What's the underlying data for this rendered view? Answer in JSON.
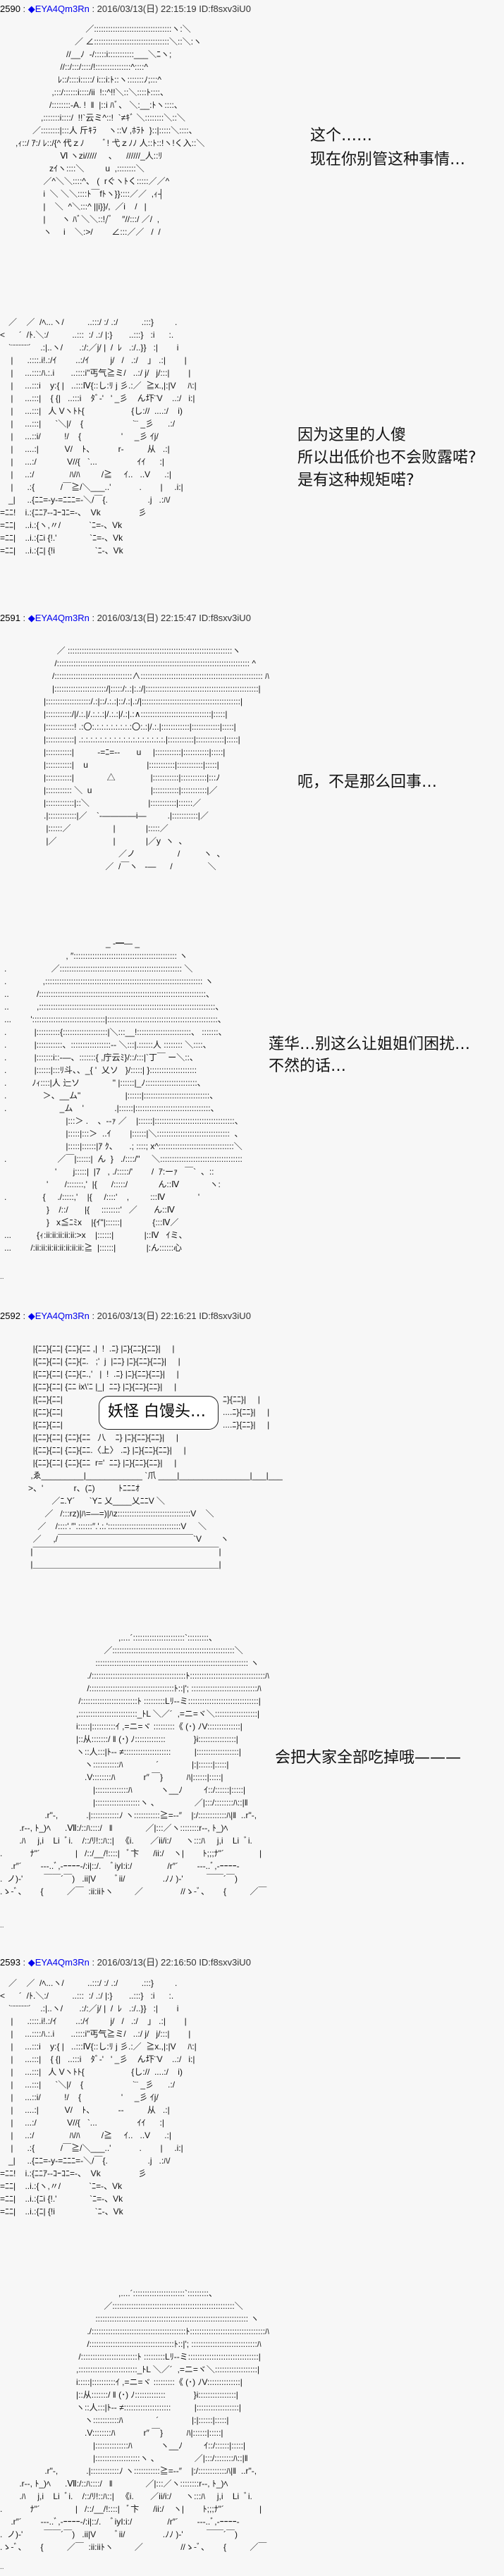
{
  "posts": [
    {
      "number": "2590",
      "sep1": " : ",
      "trip": "◆EYA4Qm3Rn",
      "meta": " : 2016/03/13(日) 22:15:19 ID:f8sxv3iU0",
      "art1": [
        "　　　　　　　　　 ／:::::::::::::::::::::::::::::::::ヽ:＼",
        "　　　　　　　　／ ∠::::::::::::::::::::::::::::::::＼::＼:ヽ",
        "　　　　　　　//__ﾉ  -/:::::i:::::::::::___＼ﾆヽ;",
        "　　　　　　 //::/:::/::::/!:::::::::::::::^::::^",
        "　　　　　　ﾚ::/::::i:::::/ i:::i:ﾄ::ヽ:::::::ﾉ;:::^",
        "　　　　　 ,:::/::::::i::::/ii  !::^!!＼::＼::::ﾄ::::、",
        "　　　　　/::::::::-A. !  ‖  |::i ﾊﾞ、 ＼:__:ﾄヽ::::、",
        "　　　　,:::::::i::::/  !!`云ミ^::!  `≠ｷﾞ ＼::::::::＼::＼",
        "　　　／::::::::|:::人 斤ｷﾗ     ヽ::V ,ﾎﾗﾄ  }::|:::::＼::::、",
        "　,ｨ::/ ｱ:/ ﾚ::/{^ 代ｚﾉ        ﾞ! 弋ｚﾉﾉ 人::ﾄ::!ヽ!く入::＼",
        "　　　　　　 Ⅵ ヽzi/////     、    //////_人::ﾘ",
        "　　　　　zｲヽ::::＼         u  ,::::::::＼",
        "　　　　 ／^＼＼::::^、 (  rぐヽﾄく:::::／／^",
        "　　　　 i  ＼ ＼＼::::ﾄ￣fﾄヽ}}::::／／  ,ｨ┤",
        "　　　　 |    ＼  ^＼:::^ ||i}}/,  ／i    /   |",
        "　　　　 |       ヽ ﾊﾞ＼＼::!/ﾞ    ″//:::/ ／/  ,",
        "　　　　 ヽ     i    ＼:>/        ∠:::／／   /  /"
      ],
      "caption1": [
        "这个……",
        "现在你别管这种事情…"
      ],
      "art2": [
        "　／    ／  /ﾍ...ヽ/          ..:::/ :/ .:/          .:::}         .",
        "<      ´  /ﾄ.＼:/          ..:::  :/ .:/ |:}       ..:::}   :i      :.",
        "　`¨¨¨¨¨¨´    .:|..ヽ/       .:/:／j/ |  /  ﾚ   .:/..}}   :|        i",
        "　 |      .::::.i!.:/ｲ        ..:/ｲ         j/   /   .:/    ｣   .:|        |",
        "　 |     ...::::ﾊ.:.i       ..::::i\"丐气≧ミ/   ..:/ j/   j/:::|        |",
        "　 |     ...:::i    y:{ |   ..:::Ⅳ{::し:ﾘ j 彡.:／  ≧x.,|:|V     ﾊ:|",
        "　 |     ...:::|    { {|   ..:::i    ﾀﾞ‐'   ' _彡    ん圷¨V    ..:/   i:|",
        "　 |     ...:::|   人 Vヽﾄﾄ{                    {し://  ....:/    i)",
        "　 |     ...:::|      `＼|/    {                     `¨ _彡      .:/",
        "　 |     ...::i/          !/    {                 '     _彡 ｲj/",
        "　 |     ....:|           V/    ﾄ、          r‐          从   .:|",
        "　 |     ...:/             V//{   `...                 ｲｲ      :|",
        "　 |     ..:/               ﾊ/ﾊ         /≧     ｲ..   ..V      .:|",
        "　 |      .:{           /￣≧/＼___..'            .        |     .i:|",
        "　_|     ..{ﾆﾆ=-y-=ﾆﾆﾆ=-＼/￣{.                 .j   .:ﾊ/",
        "=ﾆﾆ!    i.:{ﾆﾆｱ--ｺｰｺﾆ=-、  Vk                彡",
        "=ﾆﾆ|    ..i.:{ヽ,〃/            `ﾆ=-、Vk",
        "=ﾆﾆ|    ..i.:{ﾆi {!.'              `ﾆ=-、Vk",
        "=ﾆﾆ|    ..i.:{ﾆ| {!i                 `ﾆ-、Vk"
      ],
      "caption2": [
        "因为这里的人傻",
        "所以出低价也不会败露喏?",
        "是有这种规矩喏?"
      ]
    },
    {
      "number": "2591",
      "sep1": " : ",
      "trip": "◆EYA4Qm3Rn",
      "meta": " : 2016/03/13(日) 22:15:47 ID:f8sxv3iU0",
      "art1": [
        "　  ／ ::::::::::::::::::::::::::::::::::::::::::::::::::::::::::::::::::::::ヽ",
        "　 /:::::::::::::::::::::::::::::::::::::::::::::::::::::::::::::::::::::::::::::::::: ^",
        "　/:::::::::::::::::::::::::::::::::∧:::::::::::::::::::::::::::::::::::::::::::::::::::: ﾊ",
        "　|::::::::::::::::::::::/|:::::/:.:|:.:/|::::::::::::::::::::::::::::::::::::::::::::::::|",
        "|:::::::::::::::::::/.:|::/.:.:|::/.:|.:/|::::::::::::::::::::::::::::::::::::::::::|",
        "|:::::::::::/|/.:.|/.:.:.:|/.:.:|/.:|.:∧::::::::::::::::::::::::::::::|:::::|",
        "|::::::::::::! .:〇:.:.:.:.:.:.:.:.:〇:.:|/.:.|::::::::::::|::::::::::::|:::::|",
        "|::::::::::::| .:.:.:.:.:.:.:.:.:.:.:.:.:.:.:.:.:.:.|:::::::::::|::::::::::::|:::::|",
        "|:::::::::::|          -=ﾆ=-‐       u     |:::::::::::|:::::::::::|:::::|",
        "|:::::::::::|    u                         |:::::::::::|:::::::::::|:::::|",
        "|:::::::::::|              △               |:::::::::::|:::::::::::|:::ﾉ",
        "|::::::::::: ＼  u                         |:::::::::::|:::::::::::|／",
        "|::::::::::::|::＼                         |:::::::::::|::::::／",
        ".|::::::::::::|／    `‐――――i―         .|:::::::::::|／",
        " |::::::／                  |             |:::::／",
        " |／                        |             |／y  ヽ  、",
        "　　　　　　　　   ／ノ                  /          ヽ  、",
        "　　　　　　　 ／  /￣ヽ   -―      /               ＼"
      ],
      "caption1": [
        "呃，不是那么回事…"
      ],
      "art2": [
        "　　　　　　　　　　　　_ -━― _",
        "　　　　　　　 , ″:::::::::::::::::::::::::::::::::::::::::::: ヽ",
        ".　　　　　 ／:::::::::::::::::::::::::::::::::::::::::::::::::::: ＼",
        ".　　　　 ,::::::::::::::::::::::::::::::::::::::::::::::::::::::::::::::::::: ヽ",
        "..　　　 /:::::::::::::::::::::::::::::::::::::::::::::::::::::::::::::::::::::::、",
        "..　　　 ,:::::::::::::::::::::::::::::::::::::::::::::::::::::::::::::::::::::::::::、",
        "...　　 ':::::::::::::::::::::::::::::::|:::::::::::::::::::::::::::::::::::::::::::::::、",
        ".　　　 |::::::::::{:::::::::::::::::::|＼:::__!:::::::::::::::::::::::、 :::::::、",
        ".　　　 |:::::::::::、:::::::::::::::::-‐ ＼:::|.::::::人 :::::::: ＼::::、",
        ".　　　 |:::::::i::-―、:::::::{ ,庁云ﾐ}/::/:::|`丁￣ ー＼::、",
        ".　　　 |::::::|:::ﾘ斗、、_{ '  乂ソ   }/:::::| }::::::::::::::::::::",
        ".　　　ﾉｨ::::|人 辷ソ              \" |::::::|_ﾉ::::::::::::::::::::::、",
        ".　　　　 ＞、__ム\"                   |::::::|::::::::::::::::::::::::::::、",
        ".　　　　　　 _ム    '             .|::::::|::::::::::::::::::::::::::::::::、",
        "　　　　　　　 |:::＞ .    、--ｧ ／    |::::::|::::::::::::::::::::::::::::::::::、",
        "　　　　　　　 |:::::|:::＞  ..ｲ        |::::::|＼:::::::::::::::::::::::::::::::  、",
        "　　　　　　　 |:::::|::::::|ｱ ｸ、     .; ::::; x^::::::::::::::::::::::::::::::::＼",
        ".　　　　　　／￣|::::::|  ん  }   ./::::/\"     ＼:::::::::::::::::::::::::::::::::::",
        "　　　　　　'       j:::::|  |7   , ./:::::/'        /  ｱ:ーｧ   ￣`  、::",
        "　　　　　'       /:::::::,'  |{      /:::::/             ん::Ⅳ             ヽ:",
        ".　　　　 {     ./:::::,'    |{     /::::'    ,         :::Ⅳ              '",
        "　　　　　}    /::/       |{     ::::::::'   ／       ん::Ⅳ",
        "　　　　　}   x≦ﾆﾐx    |{ｲ\"|::::::|             {:::Ⅳ／",
        "...　　　{ｨ:ii:ii:ii:ii:ii:>x    |::::::|             |::Ⅳ   ｲミ、",
        "...　　 /:ii:ii:ii:ii:ii:ii:ii:ii:≧  |::::::|             |:ん::::::心"
      ],
      "caption2": [
        "莲华…别这么让姐姐们困扰…",
        "不然的话…"
      ]
    },
    {
      "number": "2592",
      "sep1": " : ",
      "trip": "◆EYA4Qm3Rn",
      "meta": " : 2016/03/13(日) 22:16:21 ID:f8sxv3iU0",
      "art1": [
        "  |{ﾆﾆ}{ﾆﾆ| {ﾆﾆ}{ﾆﾆ ,|  !  .ﾆ} |ﾆ}{ﾆﾆ}{ﾆﾆ}|     |",
        "  |{ﾆﾆ}{ﾆﾆ| {ﾆﾆ}{ﾆ.   ;'  j  |ﾆﾆ} |ﾆ}{ﾆﾆ}{ﾆﾆ}|     |",
        "  |{ﾆﾆ}{ﾆﾆ| {ﾆﾆ}{ﾆ.,'   |  !  .ﾆ} |ﾆ}{ﾆﾆ}{ﾆﾆ}|     |",
        "  |{ﾆﾆ}{ﾆﾆ| {ﾆﾆ ix\\'ﾆ |_|  ﾆﾆ} |ﾆ}{ﾆﾆ}{ﾆﾆ}|     |",
        "  |{ﾆﾆ}{ﾆﾆ|                                    ﾆ}{ﾆﾆ}|     |",
        "  |{ﾆﾆ}{ﾆﾆ|                                ....ﾆ}{ﾆﾆ}|     |",
        "  |{ﾆﾆ}{ﾆﾆ|                                ....ﾆ}{ﾆﾆ}|     |",
        "  |{ﾆﾆ}{ﾆﾆ| {ﾆﾆ}{ﾆﾆ   八    ﾆ} |ﾆ}{ﾆﾆ}{ﾆﾆ}|     |",
        "  |{ﾆﾆ}{ﾆﾆ| {ﾆﾆ}{ﾆﾆ.〈上〉 .ﾆ} |ﾆ}{ﾆﾆ}{ﾆﾆ}|     |",
        "  |{ﾆﾆ}{ﾆﾆ| {ﾆﾆ}{ﾆﾆ  r='  ﾆﾆ} |ﾆ}{ﾆﾆ}{ﾆﾆ}|     |",
        " ,ゑ_________|____________ `爪 ____|_______________|___|___",
        ">、'             r、(ﾆ)          ﾄﾆﾆﾆｵ",
        "          ／ﾆ.Y´      `Yﾆ 乂____乂ﾆﾆV ＼",
        "       ／   /:::rz)|ﾊ=―=)|ﾊz:::::::::::::::::::::::::::::::V    ＼",
        "    ／    /::::'.″'.::::::″.'.:.':::::::::::::::::::::::::::::::V     ＼",
        "  ／     ,/￣￣￣￣￣￣￣￣￣￣￣￣￣￣￣￣`V        ヽ",
        " |￣￣￣￣￣￣￣￣￣￣￣￣￣￣￣￣￣￣￣￣￣￣|",
        " |＿＿＿＿＿＿＿＿＿＿＿＿＿＿＿＿＿＿＿＿＿＿|"
      ],
      "bubble": "妖怪 白馒头…",
      "art2": [
        "　　　　　　　　　　　　　　,....´::::::::::::::::::::::`:::::::::、",
        "　　　　　　　　　　　　 ／::::::::::::::::::::::::::::::::::::::::::::::::::::＼",
        "　　　　　　　　　　　 ::::::::::::::::::::::::::::::::::::::::::::::::::::::::::::::::: ヽ",
        "　　　　　　　　　　 ./::::::::::::::::::::::::::::::::::::::::ﾄ::::::::::::::::::::::::::::::::ﾊ",
        "　　　　　　　　　　 /::::::::::::::::::::::::::::::::::::ﾄ::|'; ::::::::::::::::::::::::::::ﾊ",
        "　　　　　　　　　 /::::::::::::::::::::::::ﾄ :::::::::Lﾘ--ミ::::::::::::::::::::::::::::::|",
        "　　　　　　　　　,:::::::::::::::::::::::::_ﾄL ＼／´  ,=ニ=ヾ＼::::::::::::::::::|",
        "　　　　　　　　　i:::::|::::::::::ｲ ,=ニ=ヾ :::::::::《 (･) ﾉV::::::::::::::|",
        "　　　　　　　　　|::从:::::::/ ‖ (･) ﾉ:::::::::::::            }i::::::::::::::::|",
        "　　　　　　　　　ヽ::人:::|ﾄ-‐ ≠::::::::::::::::::::          |::::::::::::::::::|",
        "　　　　　　　　　　ヽ:::::::::::ﾊ              ´              |:|::::::|:::::|",
        "　　　　　　　　　　.V::::::::ﾊ            r″ ￣}          ﾊ|::::::|:::::|",
        "　　　　　　　　　　　|::::::::::::::ﾊ            ヽ__ﾉ         ｲ::/::::::|:::::|",
        "　　　　　　　　　　　|:::::::::::::::::::ヽ 、               ／|:::/::::::::ﾊ::|‖",
        "　　　　　 .r\"-,            .|::::::::::::ﾉ ヽ:::::::::::≧=‐-″    |:/::::::::::::ﾊ|‖  ..r\"-,",
        "　　 .r--, ﾄ_)ﾍ      .Ⅶ:/::ﾊ::::/   ‖              ／|:::／ヽ::::::::r--, ﾄ_)ﾍ",
        "　　 .ﾊ     j,i    Li  ﾞi.    /::/ﾘ!::ﾊ::|   《i.       ／ii/i:/      ヽ:::ﾊ     j,i    Li  ﾞi.",
        ".　　　 ﾅ\"´               |   /::/__/!::::|   ﾞ卞      /ii:/    ヽ|        ﾄ;;;ﾅ\"´               |",
        "　 .r″´        ---..ﾞ,-ｰｰｰｰ-/:i|::/.    ﾞiyI:i:/               /r″´        ---..ﾞ,-ｰｰｰｰ-",
        ".  ノ)-'         ￣￣´￣)   .ii|V        ﾞii/                .ﾉﾉ )-'          ￣￣´￣)",
        ".ゝ-ﾞ、      {          ／￣  :ii:iiﾄヽ         ／                //ゝ-ﾞ、      {          ／￣"
      ],
      "caption2": [
        "会把大家全部吃掉哦———"
      ]
    },
    {
      "number": "2593",
      "sep1": " : ",
      "trip": "◆EYA4Qm3Rn",
      "meta": " : 2016/03/13(日) 22:16:50 ID:f8sxv3iU0",
      "art1": [
        "　／    ／  /ﾍ...ヽ/          ..:::/ :/ .:/          .:::}         .",
        "<      ´  /ﾄ.＼:/          ..:::  :/ .:/ |:}       ..:::}   :i      :.",
        "　`¨¨¨¨¨¨´    .:|..ヽ/       .:/:／j/ |  /  ﾚ   .:/..}}   :|        i",
        "　 |      .::::.i!.:/ｲ        ..:/ｲ         j/   /   .:/    ｣   .:|        |",
        "　 |     ...::::ﾊ.:.i       ..::::i\"丐气≧ミ/   ..:/ j/   j/:::|        |",
        "　 |     ...:::i    y:{ |   ..:::Ⅳ{::し:ﾘ j 彡.:／  ≧x.,|:|V     ﾊ:|",
        "　 |     ...:::|    { {|   ..:::i    ﾀﾞ‐'   ' _彡    ん圷¨V    ..:/   i:|",
        "　 |     ...:::|   人 Vヽﾄﾄ{                    {し://  ....:/    i)",
        "　 |     ...:::|      `＼|/    {                     `¨ _彡      .:/",
        "　 |     ...::i/          !/    {                 '     _彡 ｲj/",
        "　 |     ....:|           V/    ﾄ、          --          从   .:|",
        "　 |     ...:/             V//{   `...                 ｲｲ      :|",
        "　 |     ..:/               ﾊ/ﾊ         /≧     ｲ..   ..V      .:|",
        "　 |      .:{           /￣≧/＼___..'            .        |     .i:|",
        "　_|     ..{ﾆﾆ=-y-=ﾆﾆﾆ=-＼/￣{.                 .j   .:ﾊ/",
        "=ﾆﾆ!    i.:{ﾆﾆｱ--ｺｰｺﾆ=-、  Vk                彡",
        "=ﾆﾆ|    ..i.:{ヽ,〃/            `ﾆ=-、Vk",
        "=ﾆﾆ|    ..i.:{ﾆi {!.'              `ﾆ=-、Vk",
        "=ﾆﾆ|    ..i.:{ﾆ| {!i                 `ﾆ-、Vk"
      ],
      "art2": [
        "　　　　　　　　　　　　　　,....´::::::::::::::::::::::`:::::::::、",
        "　　　　　　　　　　　　 ／::::::::::::::::::::::::::::::::::::::::::::::::::::＼",
        "　　　　　　　　　　　 ::::::::::::::::::::::::::::::::::::::::::::::::::::::::::::::::: ヽ",
        "　　　　　　　　　　 ./::::::::::::::::::::::::::::::::::::::::ﾄ::::::::::::::::::::::::::::::::ﾊ",
        "　　　　　　　　　　 /::::::::::::::::::::::::::::::::::::ﾄ::|'; ::::::::::::::::::::::::::::ﾊ",
        "　　　　　　　　　 /::::::::::::::::::::::::ﾄ :::::::::Lﾘ--ミ::::::::::::::::::::::::::::::|",
        "　　　　　　　　　,:::::::::::::::::::::::::_ﾄL ＼／´  ,=ニ=ヾ＼::::::::::::::::::|",
        "　　　　　　　　　i:::::|::::::::::ｲ ,=ニ=ヾ :::::::::《 (･) ﾉV::::::::::::::|",
        "　　　　　　　　　|::从:::::::/ ‖ (･) ﾉ:::::::::::::            }i::::::::::::::::|",
        "　　　　　　　　　ヽ::人:::|ﾄ-‐ ≠::::::::::::::::::::          |::::::::::::::::::|",
        "　　　　　　　　　　ヽ:::::::::::ﾊ              ´              |:|::::::|:::::|",
        "　　　　　　　　　　.V::::::::ﾊ            r″ ￣}          ﾊ|::::::|:::::|",
        "　　　　　　　　　　　|::::::::::::::ﾊ            ヽ__ﾉ         ｲ::/::::::|:::::|",
        "　　　　　　　　　　　|:::::::::::::::::::ヽ 、               ／|:::/::::::::ﾊ::|‖",
        "　　　　　 .r\"-,            .|::::::::::::ﾉ ヽ:::::::::::≧=‐-″    |:/::::::::::::ﾊ|‖  ..r\"-,",
        "　　 .r--, ﾄ_)ﾍ      .Ⅶ:/::ﾊ::::/   ‖              ／|:::／ヽ::::::::r--, ﾄ_)ﾍ",
        "　　 .ﾊ     j,i    Li  ﾞi.    /::/ﾘ!::ﾊ::|   《i.       ／ii/i:/      ヽ:::ﾊ     j,i    Li  ﾞi.",
        ".　　　 ﾅ\"´               |   /::/__/!::::|   ﾞ卞      /ii:/    ヽ|        ﾄ;;;ﾅ\"´               |",
        "　 .r″´        ---..ﾞ,-ｰｰｰｰ-/:i|::/.    ﾞiyI:i:/               /r″´        ---..ﾞ,-ｰｰｰｰ-",
        ".  ノ)-'         ￣￣´￣)   .ii|V        ﾞii/                .ﾉﾉ )-'          ￣￣´￣)",
        ".ゝ-ﾞ、      {          ／￣  :ii:iiﾄヽ         ／                //ゝ-ﾞ、      {          ／￣"
      ]
    }
  ],
  "trailing_dots": ".."
}
